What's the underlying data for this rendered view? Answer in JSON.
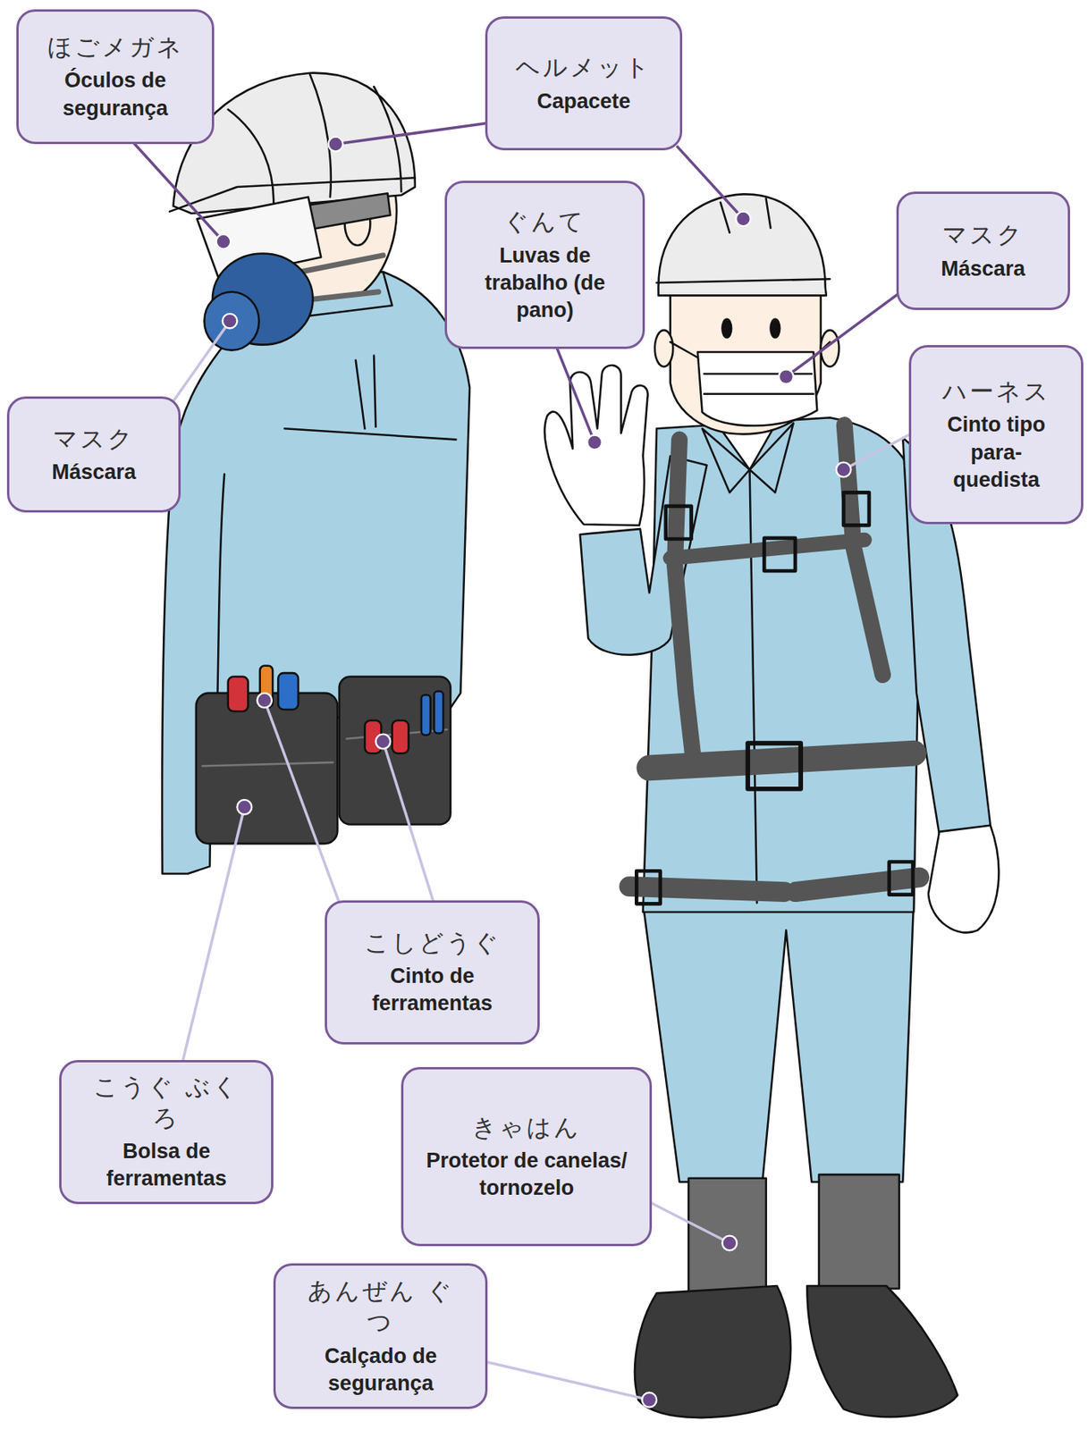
{
  "diagram": {
    "nodes": [
      {
        "text": [
          "ほごメガネ",
          "Óculos de segurança"
        ]
      },
      {
        "text": [
          "ヘルメット",
          "Capacete"
        ]
      },
      {
        "text": [
          "ぐんて",
          "Luvas de trabalho (de pano)"
        ]
      },
      {
        "text": [
          "マスク",
          "Máscara"
        ]
      },
      {
        "text": [
          "ハーネス",
          "Cinto tipo para-quedista"
        ]
      },
      {
        "text": [
          "マスク",
          "Máscara"
        ]
      },
      {
        "text": [
          "こしどうぐ",
          "Cinto de ferramentas"
        ]
      },
      {
        "text": [
          "こうぐ ぶくろ",
          "Bolsa de ferramentas"
        ]
      },
      {
        "text": [
          "きゃはん",
          "Protetor de canelas/ tornozelo"
        ]
      },
      {
        "text": [
          "あんぜん ぐつ",
          "Calçado de segurança"
        ]
      }
    ],
    "edges": []
  }
}
